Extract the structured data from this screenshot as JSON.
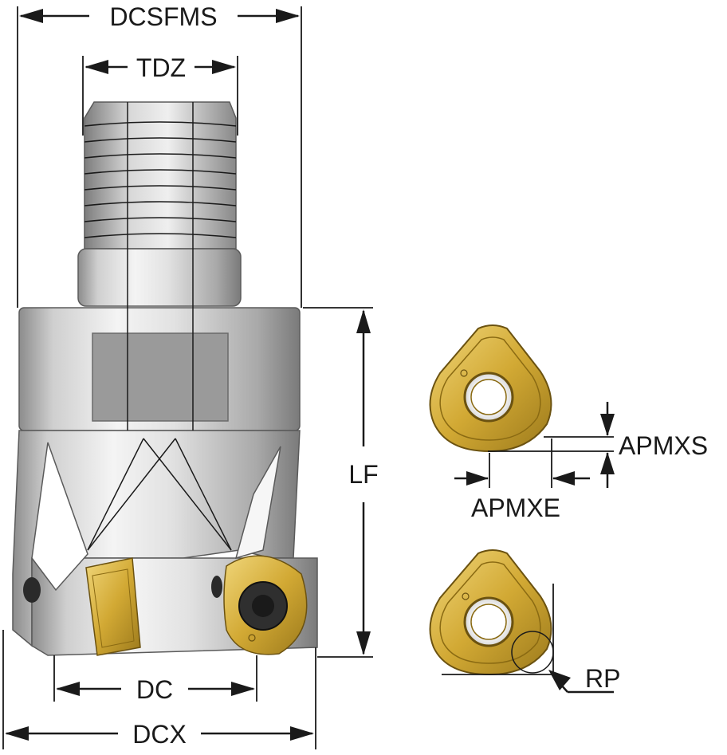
{
  "labels": {
    "dcsfms": "DCSFMS",
    "tdz": "TDZ",
    "lf": "LF",
    "dc": "DC",
    "dcx": "DCX",
    "apmxs": "APMXS",
    "apmxe": "APMXE",
    "rp": "RP"
  },
  "colors": {
    "line": "#1a1a1a",
    "steel_light": "#e8e8e8",
    "steel_mid": "#b9b9b9",
    "steel_dark": "#7d7d7d",
    "insert_gold": "#d9b23a",
    "insert_dark": "#8a6a12"
  }
}
